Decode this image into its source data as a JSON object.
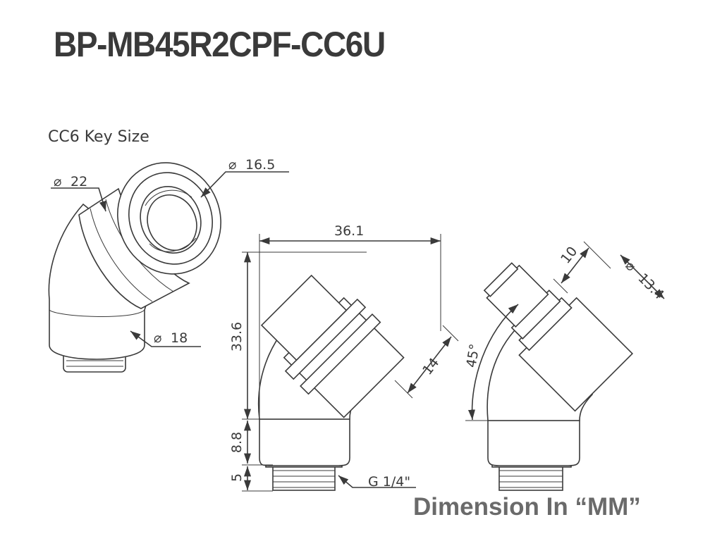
{
  "header": {
    "title": "BP-MB45R2CPF-CC6U"
  },
  "key_size_label": "CC6 Key Size",
  "dimensions": {
    "phi22": "22",
    "phi16_5": "16.5",
    "phi18": "18",
    "phi13_4": "13.4",
    "width": "36.1",
    "height_total": "33.6",
    "height_base": "8.8",
    "thread_height": "5",
    "collar_width": "14",
    "tube_length": "10",
    "angle": "45°",
    "thread": "G 1/4\""
  },
  "footer": {
    "note": "Dimension In “MM”"
  }
}
